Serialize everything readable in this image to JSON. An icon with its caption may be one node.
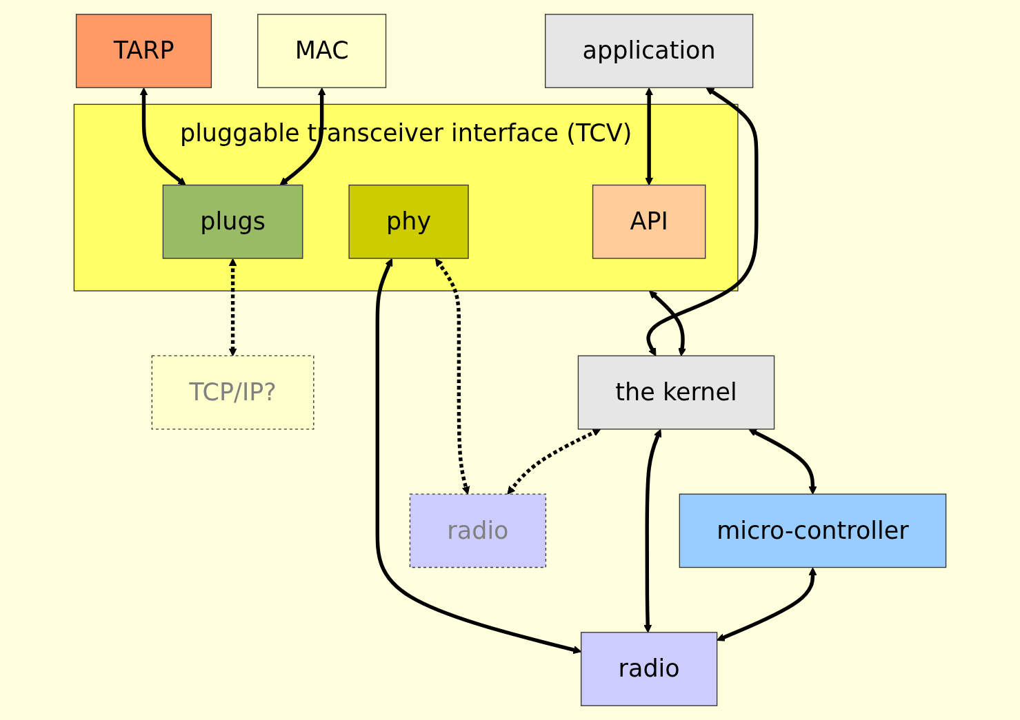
{
  "diagram": {
    "nodes": [
      {
        "text": [
          "application"
        ]
      },
      {
        "text": [
          "TARP"
        ]
      },
      {
        "text": [
          "MAC"
        ]
      },
      {
        "text": [
          "pluggable transceiver interface (TCV)"
        ]
      },
      {
        "text": [
          "API"
        ],
        "in": 3
      },
      {
        "text": [
          "plugs"
        ],
        "in": 3
      },
      {
        "text": [
          "phy"
        ],
        "in": 3
      },
      {
        "text": [
          "TCP/IP?"
        ]
      },
      {
        "text": [
          "the kernel"
        ]
      },
      {
        "text": [
          "micro-controller"
        ]
      },
      {
        "text": [
          "radio"
        ]
      },
      {
        "text": [
          "radio"
        ]
      }
    ],
    "edges": [
      {
        "from": 0,
        "to": 8,
        "arrow": "both"
      },
      {
        "from": 0,
        "to": 4,
        "arrow": "both"
      },
      {
        "from": 1,
        "to": 5,
        "arrow": "both"
      },
      {
        "from": 2,
        "to": 5,
        "arrow": "both"
      },
      {
        "from": 5,
        "to": 7,
        "arrow": "both",
        "style": "dashed"
      },
      {
        "from": 3,
        "to": 8,
        "arrow": "both"
      },
      {
        "from": 6,
        "to": 10,
        "arrow": "both"
      },
      {
        "from": 6,
        "to": 11,
        "arrow": "both",
        "style": "dashed"
      },
      {
        "from": 8,
        "to": 11,
        "arrow": "both",
        "style": "dashed"
      },
      {
        "from": 8,
        "to": 9,
        "arrow": "both"
      },
      {
        "from": 8,
        "to": 10,
        "arrow": "both"
      },
      {
        "from": 9,
        "to": 10,
        "arrow": "both"
      }
    ]
  }
}
